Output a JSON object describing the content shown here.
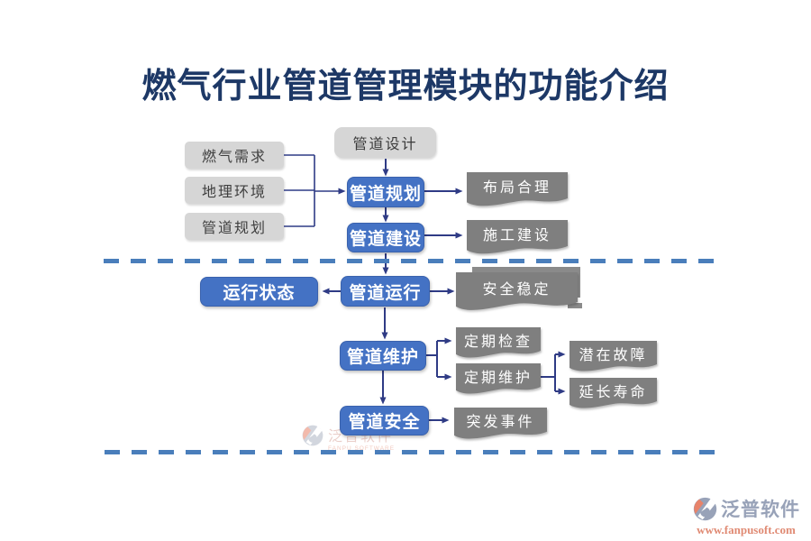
{
  "title": "燃气行业管道管理模块的功能介绍",
  "inputs": [
    {
      "label": "燃气需求"
    },
    {
      "label": "地理环境"
    },
    {
      "label": "管道规划"
    }
  ],
  "design": {
    "label": "管道设计"
  },
  "stages": {
    "planning": "管道规划",
    "construction": "管道建设",
    "operation": "管道运行",
    "maintenance": "管道维护",
    "safety": "管道安全"
  },
  "status": "运行状态",
  "outcomes": {
    "layout": "布局合理",
    "build": "施工建设",
    "stable": "安全稳定",
    "inspection": "定期检查",
    "upkeep": "定期维护",
    "fault": "潜在故障",
    "lifespan": "延长寿命",
    "emergency": "突发事件"
  },
  "watermark": {
    "brand": "泛普软件",
    "brand_en": "FANPU SOFTWARE"
  },
  "footer": {
    "brand": "泛普软件",
    "url": "www.fanpusoft.com"
  },
  "colors": {
    "title": "#1d3866",
    "stage_blue": "#4472c4",
    "input_gray": "#d6d6d6",
    "outcome_gray": "#7f7f7f",
    "dash_blue": "#4a7ebb",
    "connector": "#2f3b85",
    "logo_gray": "#98a2b8",
    "logo_orange": "#e08a73"
  }
}
